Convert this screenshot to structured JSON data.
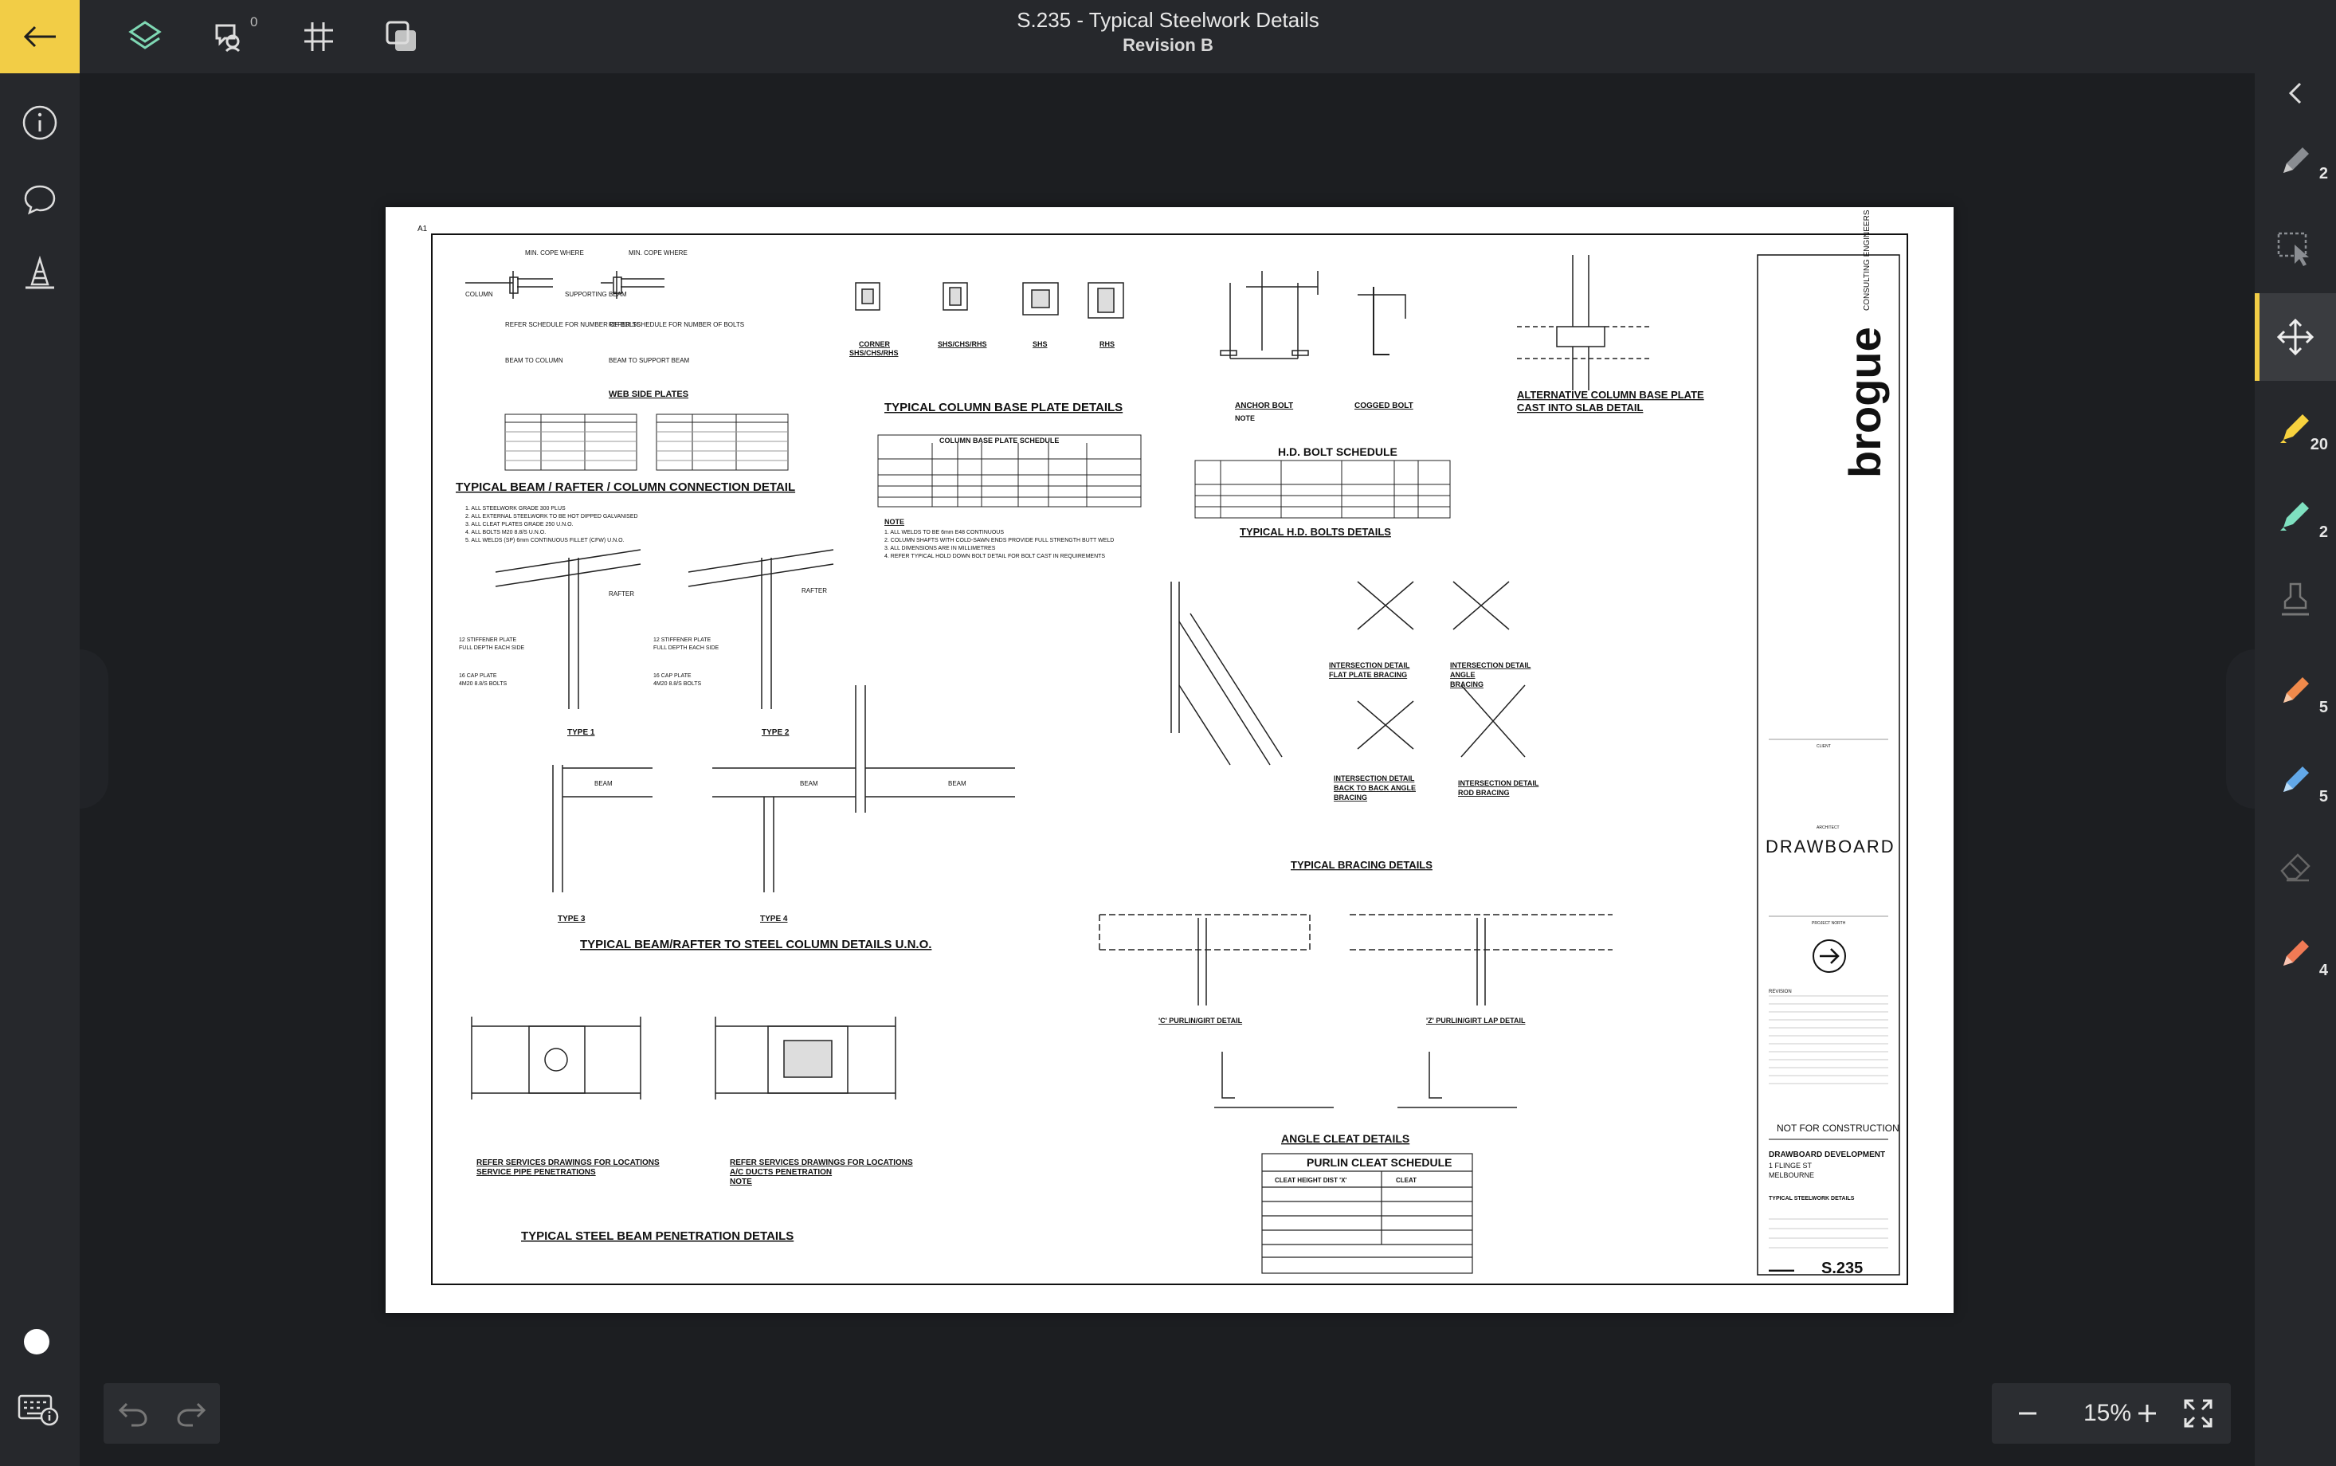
{
  "header": {
    "title": "S.235 - Typical Steelwork Details",
    "subtitle": "Revision B",
    "comment_count": "0"
  },
  "right_tools": {
    "pen_dark_count": "2",
    "highlighter_yellow_count": "20",
    "highlighter_green_count": "2",
    "pen_orange_count": "5",
    "pen_blue_count": "5",
    "pen_red_count": "4"
  },
  "zoom": {
    "level": "15%"
  },
  "colors": {
    "accent": "#f2cd46",
    "chrome": "#26282c",
    "canvas": "#1c1e21",
    "yellow_tool": "#f7d23e",
    "green_tool": "#7fe0c0",
    "orange_tool": "#f08a4b",
    "blue_tool": "#62a8e8",
    "red_tool": "#f07a55"
  },
  "drawing": {
    "sheet_size": "A1",
    "details": {
      "beam_connection": "TYPICAL BEAM / RAFTER / COLUMN CONNECTION DETAIL",
      "web_side_plates": "WEB SIDE PLATES",
      "column_base": "TYPICAL COLUMN BASE PLATE DETAILS",
      "base_schedule": "COLUMN BASE PLATE SCHEDULE",
      "anchor_bolt": "ANCHOR BOLT",
      "cogged_bolt": "COGGED BOLT",
      "hd_schedule": "H.D. BOLT SCHEDULE",
      "hd_bolts": "TYPICAL H.D. BOLTS DETAILS",
      "alt_base": "ALTERNATIVE COLUMN BASE PLATE",
      "alt_base_2": "CAST INTO SLAB DETAIL",
      "type1": "TYPE 1",
      "type2": "TYPE 2",
      "type3": "TYPE 3",
      "type4": "TYPE 4",
      "beam_to_column": "TYPICAL BEAM/RAFTER TO STEEL COLUMN DETAILS U.N.O.",
      "bracing": "TYPICAL BRACING DETAILS",
      "int_flat": "INTERSECTION DETAIL",
      "int_flat_2": "FLAT PLATE BRACING",
      "int_angle": "INTERSECTION DETAIL",
      "int_angle_2": "ANGLE",
      "int_angle_3": "BRACING",
      "int_back": "INTERSECTION DETAIL",
      "int_back_2": "BACK TO BACK ANGLE",
      "int_back_3": "BRACING",
      "int_rod": "INTERSECTION DETAIL",
      "int_rod_2": "ROD BRACING",
      "c_purlin": "'C' PURLIN/GIRT DETAIL",
      "z_purlin": "'Z' PURLIN/GIRT LAP DETAIL",
      "angle_cleat": "ANGLE CLEAT DETAILS",
      "purlin_schedule": "PURLIN CLEAT SCHEDULE",
      "cleat_height": "CLEAT HEIGHT DIST 'X'",
      "cleat": "CLEAT",
      "pipe_pen": "REFER SERVICES DRAWINGS FOR LOCATIONS",
      "pipe_pen_2": "SERVICE PIPE PENETRATIONS",
      "duct_pen": "REFER SERVICES DRAWINGS FOR LOCATIONS",
      "duct_pen_2": "A/C DUCTS PENETRATION",
      "penetration": "TYPICAL STEEL BEAM PENETRATION DETAILS",
      "beam": "BEAM",
      "rafter": "RAFTER",
      "note": "NOTE",
      "corner": "CORNER",
      "corner_2": "SHS/CHS/RHS",
      "shs_chs": "SHS/CHS/RHS",
      "shs": "SHS",
      "rhs": "RHS"
    },
    "title_block": {
      "company": "brogue",
      "company_sub": "CONSULTING ENGINEERS",
      "architect": "DRAWBOARD",
      "status": "NOT FOR CONSTRUCTION",
      "project": "DRAWBOARD DEVELOPMENT",
      "address_1": "1 FLINGE ST",
      "address_2": "MELBOURNE",
      "drawing_title": "TYPICAL STEELWORK DETAILS",
      "drawing_no": "S.235",
      "client_label": "CLIENT",
      "architect_label": "ARCHITECT",
      "north_label": "PROJECT NORTH",
      "revision_label": "REVISION",
      "brand_mark": "▬▬▬▬"
    }
  }
}
